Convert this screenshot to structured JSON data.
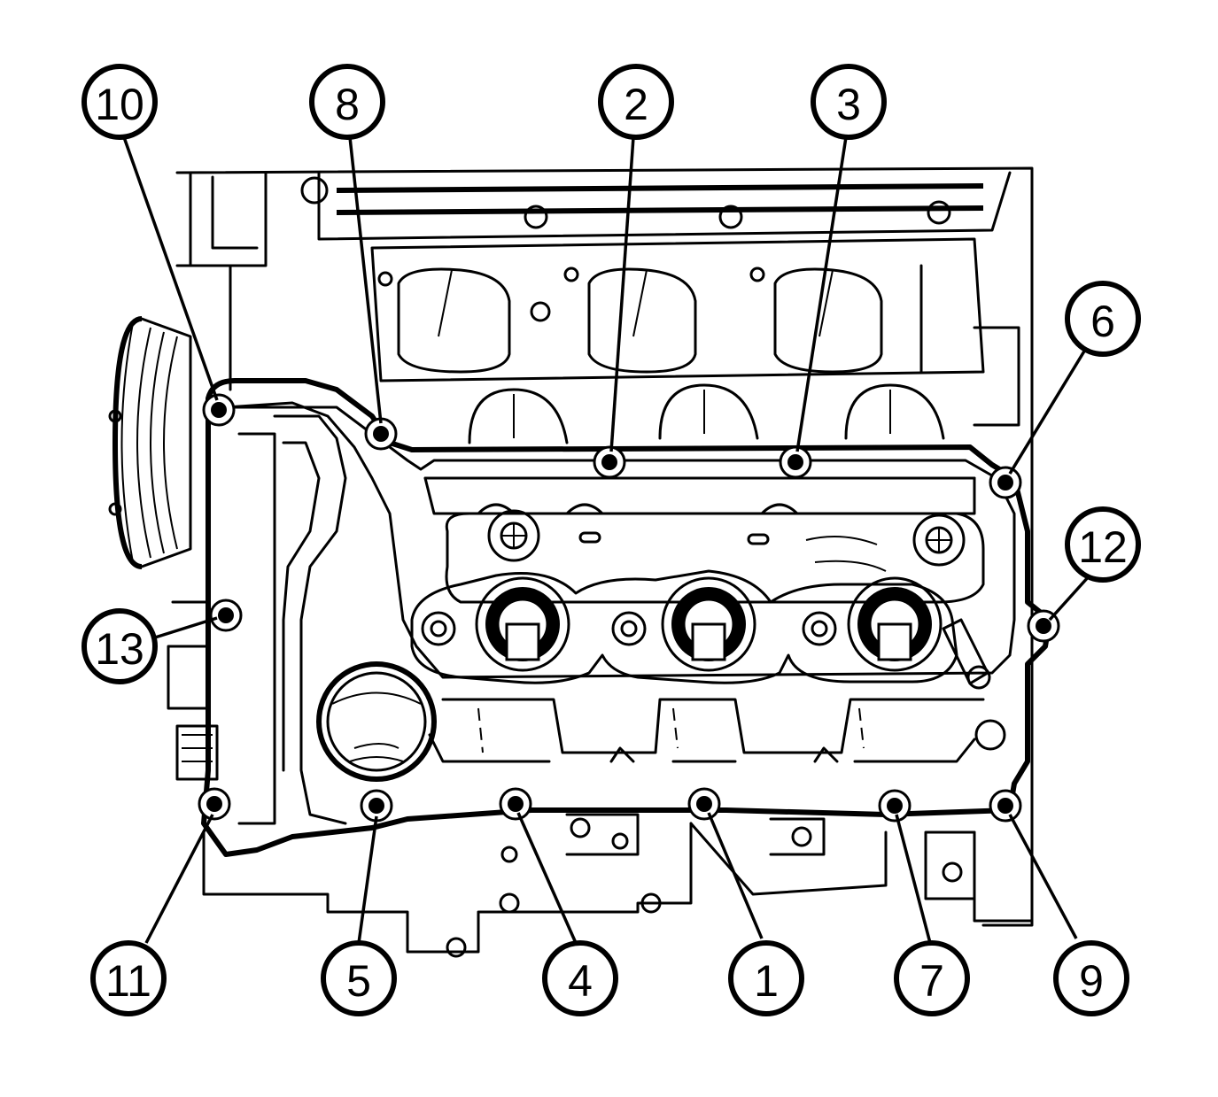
{
  "callouts": [
    {
      "id": "1",
      "label": "1"
    },
    {
      "id": "2",
      "label": "2"
    },
    {
      "id": "3",
      "label": "3"
    },
    {
      "id": "4",
      "label": "4"
    },
    {
      "id": "5",
      "label": "5"
    },
    {
      "id": "6",
      "label": "6"
    },
    {
      "id": "7",
      "label": "7"
    },
    {
      "id": "8",
      "label": "8"
    },
    {
      "id": "9",
      "label": "9"
    },
    {
      "id": "10",
      "label": "10"
    },
    {
      "id": "11",
      "label": "11"
    },
    {
      "id": "12",
      "label": "12"
    },
    {
      "id": "13",
      "label": "13"
    }
  ],
  "colors": {
    "line": "#000000",
    "background": "#ffffff"
  }
}
